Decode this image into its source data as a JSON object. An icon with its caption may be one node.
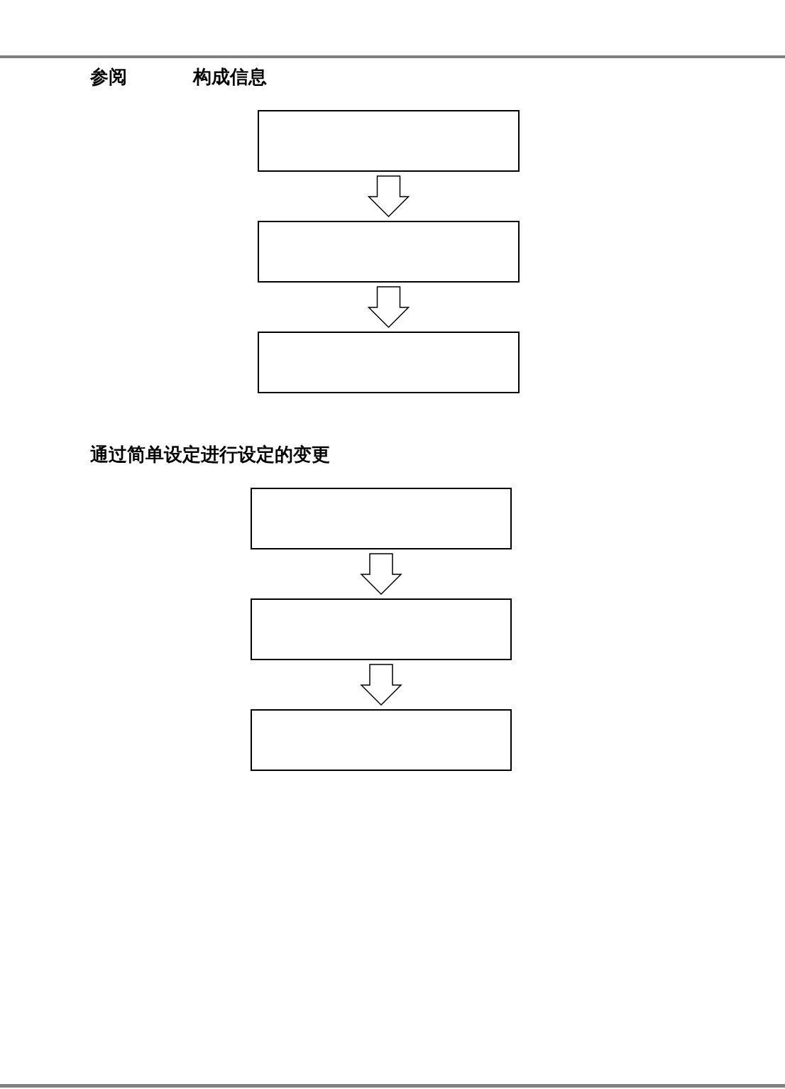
{
  "diagram": {
    "nodes": [
      {
        "text": [],
        "shape": "box"
      },
      {
        "text": [],
        "shape": "box"
      },
      {
        "text": [],
        "shape": "box"
      },
      {
        "text": [],
        "shape": "box"
      },
      {
        "text": [],
        "shape": "box"
      },
      {
        "text": [],
        "shape": "box"
      }
    ],
    "edges": [
      {
        "from": 0,
        "to": 1,
        "arrow": "to"
      },
      {
        "from": 1,
        "to": 2,
        "arrow": "to"
      },
      {
        "from": 3,
        "to": 4,
        "arrow": "to"
      },
      {
        "from": 4,
        "to": 5,
        "arrow": "to"
      }
    ],
    "labels": [
      "参阅",
      "构成信息",
      "通过简单设定进行设定的变更"
    ]
  }
}
